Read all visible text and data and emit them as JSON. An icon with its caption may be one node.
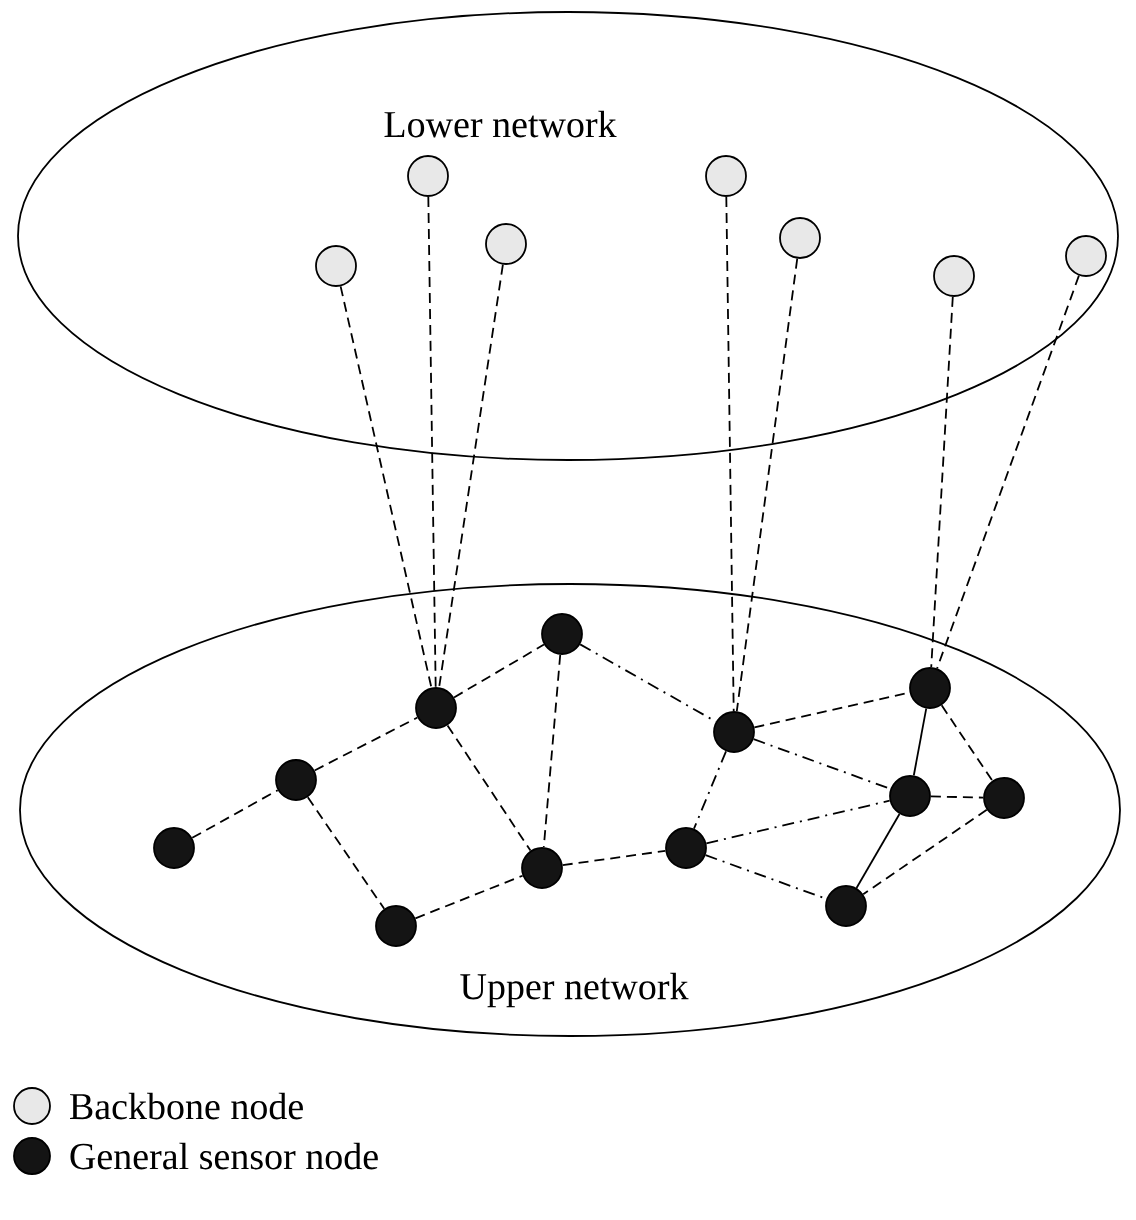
{
  "diagram": {
    "nodes": [
      {
        "text": [
          "Lower network"
        ]
      },
      {
        "text": [
          "Upper network"
        ]
      },
      {
        "text": [],
        "shape": "circle",
        "in": 0
      },
      {
        "text": [],
        "shape": "circle",
        "in": 0
      },
      {
        "text": [],
        "shape": "circle",
        "in": 0
      },
      {
        "text": [],
        "shape": "circle",
        "in": 0
      },
      {
        "text": [],
        "shape": "circle",
        "in": 0
      },
      {
        "text": [],
        "shape": "circle",
        "in": 0
      },
      {
        "text": [],
        "shape": "circle",
        "in": 0
      },
      {
        "text": [],
        "shape": "circle",
        "in": 1
      },
      {
        "text": [],
        "shape": "circle",
        "in": 1
      },
      {
        "text": [],
        "shape": "circle",
        "in": 1
      },
      {
        "text": [],
        "shape": "circle",
        "in": 1
      },
      {
        "text": [],
        "shape": "circle",
        "in": 1
      },
      {
        "text": [],
        "shape": "circle",
        "in": 1
      },
      {
        "text": [],
        "shape": "circle",
        "in": 1
      },
      {
        "text": [],
        "shape": "circle",
        "in": 1
      },
      {
        "text": [],
        "shape": "circle",
        "in": 1
      },
      {
        "text": [],
        "shape": "circle",
        "in": 1
      },
      {
        "text": [],
        "shape": "circle",
        "in": 1
      },
      {
        "text": [],
        "shape": "circle",
        "in": 1
      }
    ],
    "edges": [
      {
        "from": 2,
        "to": 12,
        "arrow": "none",
        "style": "dashed"
      },
      {
        "from": 3,
        "to": 12,
        "arrow": "none",
        "style": "dashed"
      },
      {
        "from": 4,
        "to": 12,
        "arrow": "none",
        "style": "dashed"
      },
      {
        "from": 5,
        "to": 16,
        "arrow": "none",
        "style": "dashed"
      },
      {
        "from": 6,
        "to": 16,
        "arrow": "none",
        "style": "dashed"
      },
      {
        "from": 7,
        "to": 19,
        "arrow": "none",
        "style": "dashed"
      },
      {
        "from": 8,
        "to": 19,
        "arrow": "none",
        "style": "dashed"
      },
      {
        "from": 9,
        "to": 10,
        "arrow": "none",
        "style": "dashed"
      },
      {
        "from": 10,
        "to": 12,
        "arrow": "none",
        "style": "dashed"
      },
      {
        "from": 12,
        "to": 14,
        "arrow": "none",
        "style": "dashed"
      },
      {
        "from": 10,
        "to": 11,
        "arrow": "none",
        "style": "dashed"
      },
      {
        "from": 12,
        "to": 13,
        "arrow": "none",
        "style": "dashed"
      },
      {
        "from": 14,
        "to": 13,
        "arrow": "none",
        "style": "dashed"
      },
      {
        "from": 11,
        "to": 13,
        "arrow": "none",
        "style": "dashed"
      },
      {
        "from": 13,
        "to": 15,
        "arrow": "none",
        "style": "dashed"
      },
      {
        "from": 14,
        "to": 16,
        "arrow": "none",
        "style": "dashed"
      },
      {
        "from": 16,
        "to": 19,
        "arrow": "none",
        "style": "dashed"
      },
      {
        "from": 16,
        "to": 15,
        "arrow": "none",
        "style": "dashed"
      },
      {
        "from": 16,
        "to": 18,
        "arrow": "none",
        "style": "dashed"
      },
      {
        "from": 15,
        "to": 18,
        "arrow": "none",
        "style": "dashed"
      },
      {
        "from": 15,
        "to": 17,
        "arrow": "none",
        "style": "dashed"
      },
      {
        "from": 19,
        "to": 18,
        "arrow": "none"
      },
      {
        "from": 18,
        "to": 17,
        "arrow": "none"
      },
      {
        "from": 19,
        "to": 20,
        "arrow": "none",
        "style": "dashed"
      },
      {
        "from": 18,
        "to": 20,
        "arrow": "none",
        "style": "dashed"
      },
      {
        "from": 20,
        "to": 17,
        "arrow": "none",
        "style": "dashed"
      }
    ],
    "legend": [
      {
        "text": "Backbone node",
        "color": "#e8e8e8"
      },
      {
        "text": "General sensor node",
        "color": "#141414"
      }
    ]
  }
}
